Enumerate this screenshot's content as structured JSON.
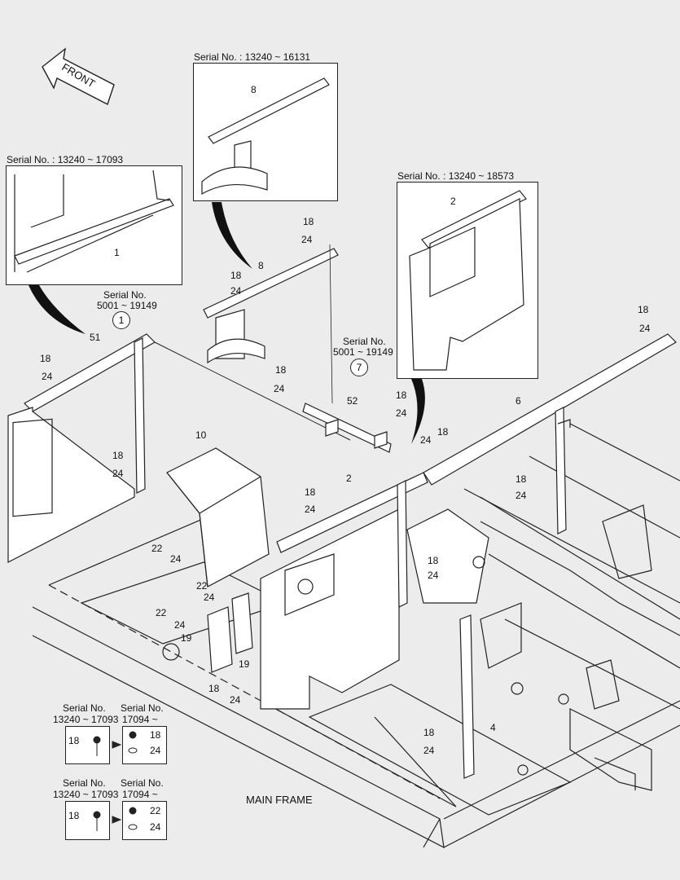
{
  "front_label": "FRONT",
  "insets": {
    "a": {
      "serial": "Serial No. : 13240 ~ 16131",
      "part": "8"
    },
    "b": {
      "serial": "Serial No. : 13240 ~ 17093",
      "part": "1"
    },
    "c": {
      "serial": "Serial No. : 13240 ~ 18573",
      "part": "2"
    }
  },
  "callouts": {
    "c1": {
      "title": "Serial No.",
      "range": "5001 ~ 19149",
      "ref": "1"
    },
    "c7": {
      "title": "Serial No.",
      "range": "5001 ~ 19149",
      "ref": "7"
    }
  },
  "parts": {
    "p51": "51",
    "p6": "6",
    "p52": "52",
    "p2": "2",
    "p10": "10",
    "p8": "8",
    "p4": "4",
    "p19a": "19",
    "p19b": "19"
  },
  "hardware": {
    "h1": "18",
    "h2": "24",
    "h3": "18",
    "h4": "24",
    "h5": "18",
    "h6": "24",
    "h7": "18",
    "h8": "24",
    "h9": "18",
    "h10": "24",
    "h11": "18",
    "h12": "24",
    "h13": "18",
    "h14": "24",
    "h15": "18",
    "h16": "24",
    "h17": "18",
    "h18": "24",
    "h19": "18",
    "h20": "24",
    "h21": "22",
    "h22": "24",
    "h23": "22",
    "h24": "24",
    "h25": "18",
    "h26": "24",
    "h27": "18",
    "h28": "24",
    "h29": "18",
    "h30": "24"
  },
  "legend": [
    {
      "left_title": "Serial No.",
      "left_range": "13240 ~ 17093",
      "right_title": "Serial No.",
      "right_range": "17094 ~",
      "left_part": "18",
      "right_top": "18",
      "right_bottom": "24"
    },
    {
      "left_title": "Serial No.",
      "left_range": "13240 ~ 17093",
      "right_title": "Serial No.",
      "right_range": "17094 ~",
      "left_part": "18",
      "right_top": "22",
      "right_bottom": "24"
    }
  ],
  "main_frame_label": "MAIN FRAME"
}
